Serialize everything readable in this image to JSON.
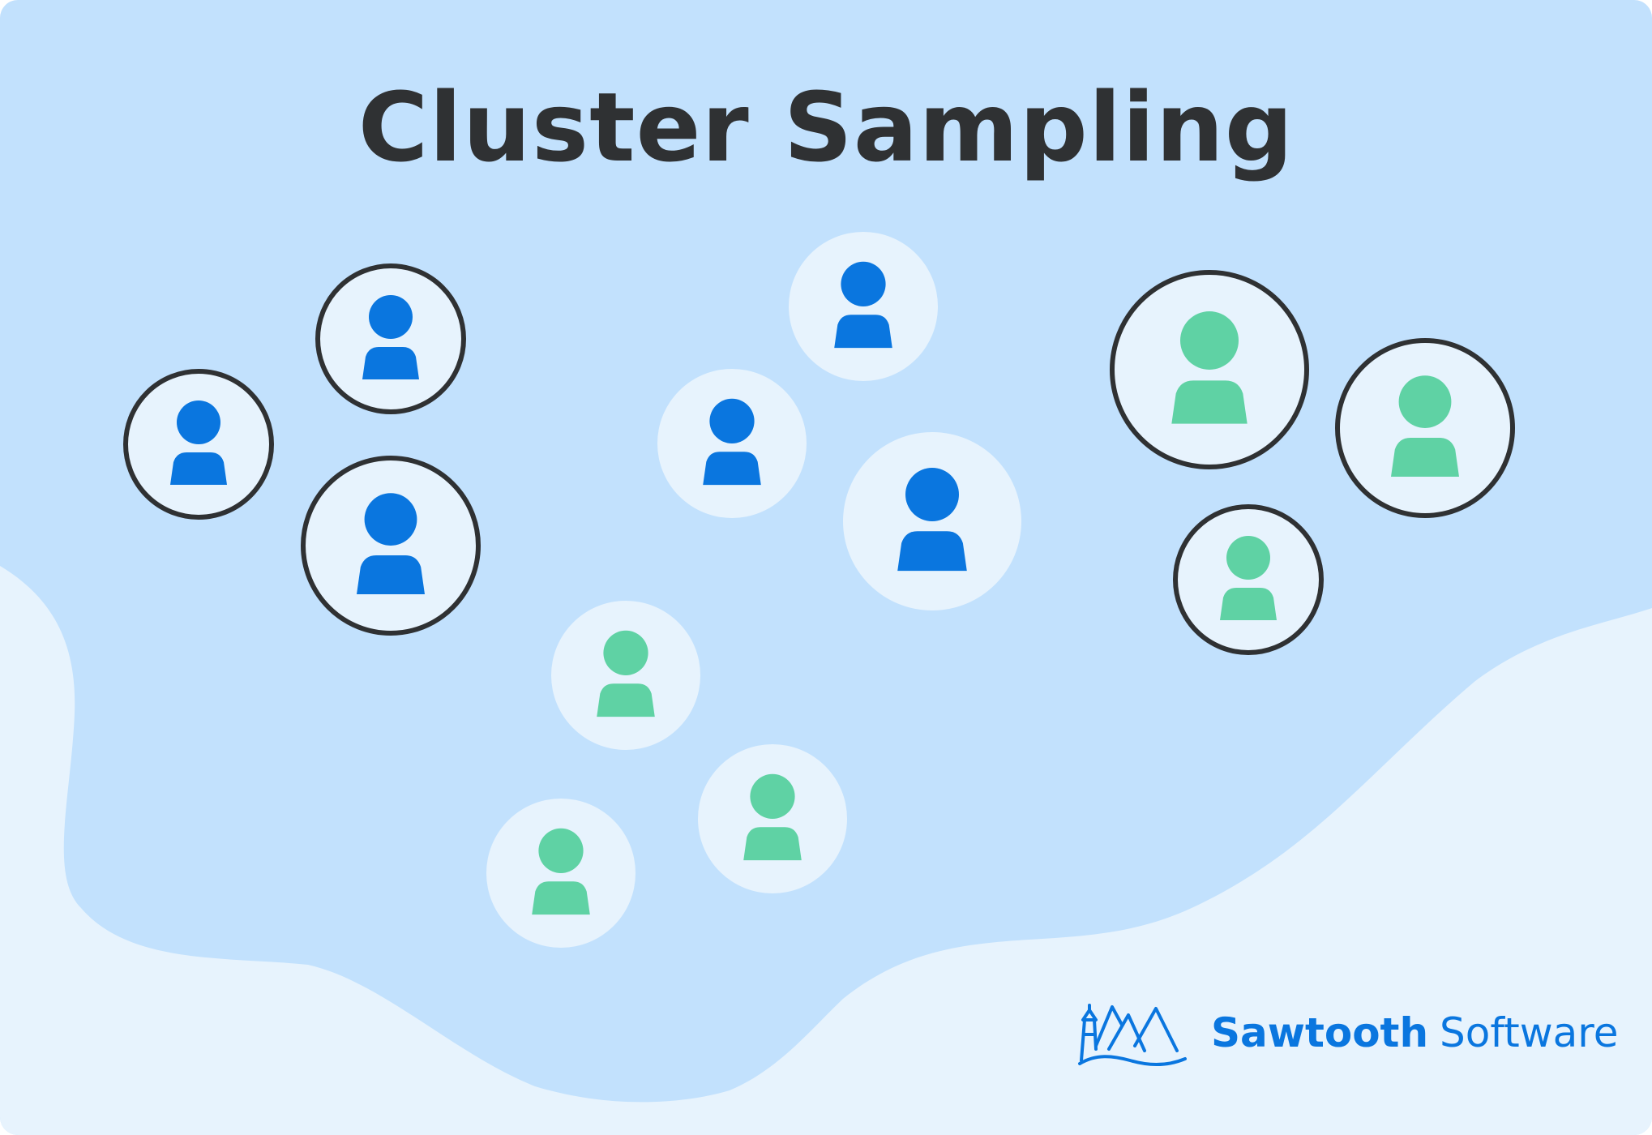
{
  "title": "Cluster Sampling",
  "brand": {
    "name_bold": "Sawtooth",
    "name_light": "Software",
    "mark_icon": "lighthouse-mountains-logo"
  },
  "colors": {
    "background": "#c2e1fd",
    "wave": "#e7f3fd",
    "circle_fill": "#e7f3fd",
    "ring": "#2f3133",
    "blue_person": "#0a76df",
    "green_person": "#5fd2a4",
    "title_text": "#2f3133",
    "brand": "#0a76df"
  },
  "legend_icon": "person-icon",
  "groups": [
    {
      "id": "cluster-left",
      "color_key": "blue_person",
      "selected": true,
      "members": 3
    },
    {
      "id": "cluster-center-blue",
      "color_key": "blue_person",
      "selected": false,
      "members": 3
    },
    {
      "id": "cluster-bottom-green",
      "color_key": "green_person",
      "selected": false,
      "members": 3
    },
    {
      "id": "cluster-right",
      "color_key": "green_person",
      "selected": true,
      "members": 3
    }
  ]
}
